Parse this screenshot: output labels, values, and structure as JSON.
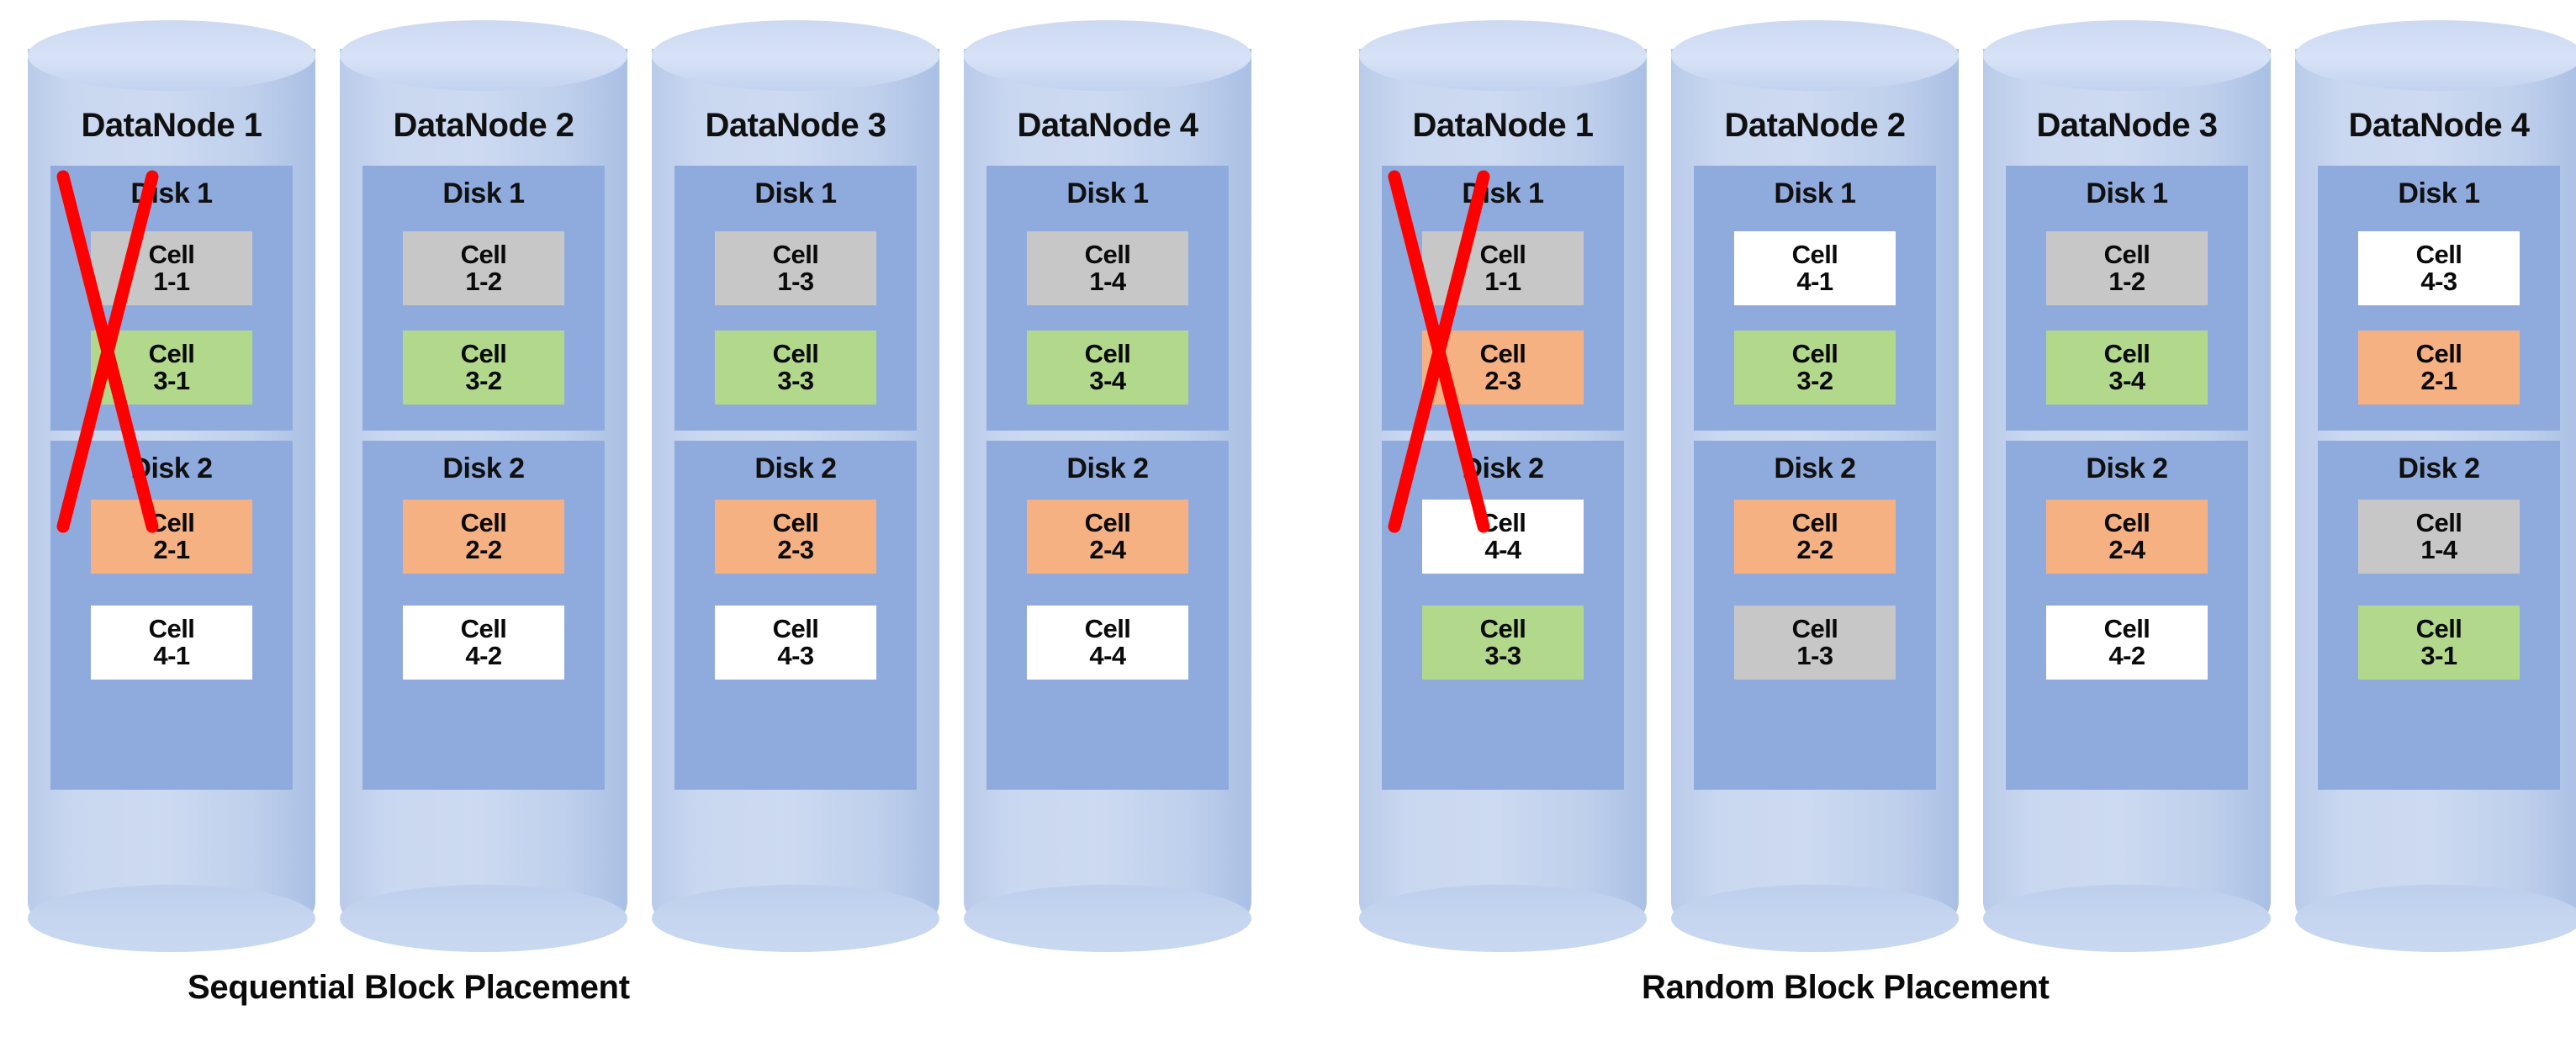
{
  "diagram": {
    "title_sequential": "Sequential Block Placement",
    "title_random": "Random Block Placement",
    "disk_label_1": "Disk 1",
    "disk_label_2": "Disk 2",
    "cell_word": "Cell",
    "colors": {
      "cylinder_body": "#c5d4ed",
      "cylinder_top": "#d7e2f6",
      "disk_panel": "#8fabdd",
      "cell_gray": "#c7c7c7",
      "cell_green": "#b2d88c",
      "cell_orange": "#f6b183",
      "cell_white": "#ffffff",
      "failure_mark": "#ff0000"
    }
  },
  "groups": [
    {
      "name": "sequential",
      "caption": "Sequential Block Placement",
      "nodes": [
        {
          "label": "DataNode 1",
          "failed": true,
          "disks": [
            {
              "label": "Disk 1",
              "cells": [
                {
                  "word": "Cell",
                  "id": "1-1",
                  "color": "gray"
                },
                {
                  "word": "Cell",
                  "id": "3-1",
                  "color": "green"
                }
              ]
            },
            {
              "label": "Disk 2",
              "cells": [
                {
                  "word": "Cell",
                  "id": "2-1",
                  "color": "orange"
                },
                {
                  "word": "Cell",
                  "id": "4-1",
                  "color": "white"
                }
              ]
            }
          ]
        },
        {
          "label": "DataNode 2",
          "failed": false,
          "disks": [
            {
              "label": "Disk 1",
              "cells": [
                {
                  "word": "Cell",
                  "id": "1-2",
                  "color": "gray"
                },
                {
                  "word": "Cell",
                  "id": "3-2",
                  "color": "green"
                }
              ]
            },
            {
              "label": "Disk 2",
              "cells": [
                {
                  "word": "Cell",
                  "id": "2-2",
                  "color": "orange"
                },
                {
                  "word": "Cell",
                  "id": "4-2",
                  "color": "white"
                }
              ]
            }
          ]
        },
        {
          "label": "DataNode 3",
          "failed": false,
          "disks": [
            {
              "label": "Disk 1",
              "cells": [
                {
                  "word": "Cell",
                  "id": "1-3",
                  "color": "gray"
                },
                {
                  "word": "Cell",
                  "id": "3-3",
                  "color": "green"
                }
              ]
            },
            {
              "label": "Disk 2",
              "cells": [
                {
                  "word": "Cell",
                  "id": "2-3",
                  "color": "orange"
                },
                {
                  "word": "Cell",
                  "id": "4-3",
                  "color": "white"
                }
              ]
            }
          ]
        },
        {
          "label": "DataNode 4",
          "failed": false,
          "disks": [
            {
              "label": "Disk 1",
              "cells": [
                {
                  "word": "Cell",
                  "id": "1-4",
                  "color": "gray"
                },
                {
                  "word": "Cell",
                  "id": "3-4",
                  "color": "green"
                }
              ]
            },
            {
              "label": "Disk 2",
              "cells": [
                {
                  "word": "Cell",
                  "id": "2-4",
                  "color": "orange"
                },
                {
                  "word": "Cell",
                  "id": "4-4",
                  "color": "white"
                }
              ]
            }
          ]
        }
      ]
    },
    {
      "name": "random",
      "caption": "Random Block Placement",
      "nodes": [
        {
          "label": "DataNode 1",
          "failed": true,
          "disks": [
            {
              "label": "Disk 1",
              "cells": [
                {
                  "word": "Cell",
                  "id": "1-1",
                  "color": "gray"
                },
                {
                  "word": "Cell",
                  "id": "2-3",
                  "color": "orange"
                }
              ]
            },
            {
              "label": "Disk 2",
              "cells": [
                {
                  "word": "Cell",
                  "id": "4-4",
                  "color": "white"
                },
                {
                  "word": "Cell",
                  "id": "3-3",
                  "color": "green"
                }
              ]
            }
          ]
        },
        {
          "label": "DataNode 2",
          "failed": false,
          "disks": [
            {
              "label": "Disk 1",
              "cells": [
                {
                  "word": "Cell",
                  "id": "4-1",
                  "color": "white"
                },
                {
                  "word": "Cell",
                  "id": "3-2",
                  "color": "green"
                }
              ]
            },
            {
              "label": "Disk 2",
              "cells": [
                {
                  "word": "Cell",
                  "id": "2-2",
                  "color": "orange"
                },
                {
                  "word": "Cell",
                  "id": "1-3",
                  "color": "gray"
                }
              ]
            }
          ]
        },
        {
          "label": "DataNode 3",
          "failed": false,
          "disks": [
            {
              "label": "Disk 1",
              "cells": [
                {
                  "word": "Cell",
                  "id": "1-2",
                  "color": "gray"
                },
                {
                  "word": "Cell",
                  "id": "3-4",
                  "color": "green"
                }
              ]
            },
            {
              "label": "Disk 2",
              "cells": [
                {
                  "word": "Cell",
                  "id": "2-4",
                  "color": "orange"
                },
                {
                  "word": "Cell",
                  "id": "4-2",
                  "color": "white"
                }
              ]
            }
          ]
        },
        {
          "label": "DataNode 4",
          "failed": false,
          "disks": [
            {
              "label": "Disk 1",
              "cells": [
                {
                  "word": "Cell",
                  "id": "4-3",
                  "color": "white"
                },
                {
                  "word": "Cell",
                  "id": "2-1",
                  "color": "orange"
                }
              ]
            },
            {
              "label": "Disk 2",
              "cells": [
                {
                  "word": "Cell",
                  "id": "1-4",
                  "color": "gray"
                },
                {
                  "word": "Cell",
                  "id": "3-1",
                  "color": "green"
                }
              ]
            }
          ]
        }
      ]
    }
  ]
}
